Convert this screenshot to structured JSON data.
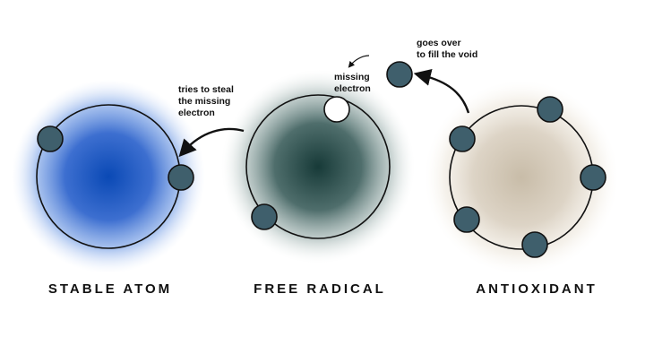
{
  "colors": {
    "stable_center": "#0a49b5",
    "stable_glow": "#4f7fd8",
    "radical_center": "#173a38",
    "radical_glow": "#8ea29f",
    "antioxidant_center": "#c8bca8",
    "antioxidant_glow": "#efe9de",
    "electron_fill": "#3f5f6c",
    "outline": "#111111",
    "background": "#ffffff"
  },
  "stable_atom": {
    "label": "STABLE ATOM"
  },
  "free_radical": {
    "label": "FREE RADICAL"
  },
  "antioxidant": {
    "label": "ANTIOXIDANT"
  },
  "annotations": {
    "steal": [
      "tries to steal",
      "the missing",
      "electron"
    ],
    "missing": [
      "missing",
      "electron"
    ],
    "fill": [
      "goes over",
      "to fill the void"
    ]
  },
  "icons": {
    "electron": "filled-circle",
    "missing_electron": "hollow-circle",
    "arrow": "curved-arrow"
  }
}
